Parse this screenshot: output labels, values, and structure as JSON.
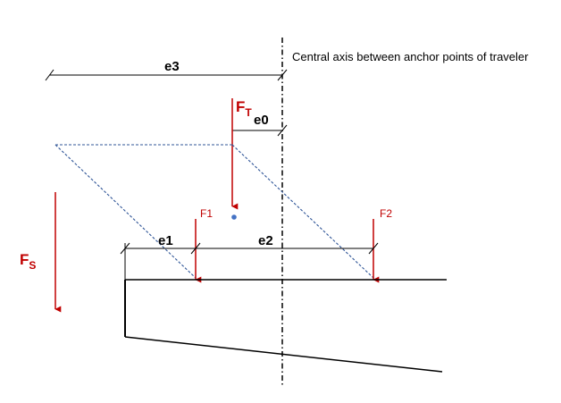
{
  "caption": "Central axis between anchor points of traveler",
  "dimensions": {
    "e3": "e3",
    "e0": "e0",
    "e1": "e1",
    "e2": "e2"
  },
  "forces": {
    "ft_main": "F",
    "ft_sub": "T",
    "fs_main": "F",
    "fs_sub": "S",
    "f1": "F1",
    "f2": "F2"
  },
  "colors": {
    "force": "#c00000",
    "dashed": "#2f5597",
    "line": "#000000",
    "point": "#4472c4"
  }
}
